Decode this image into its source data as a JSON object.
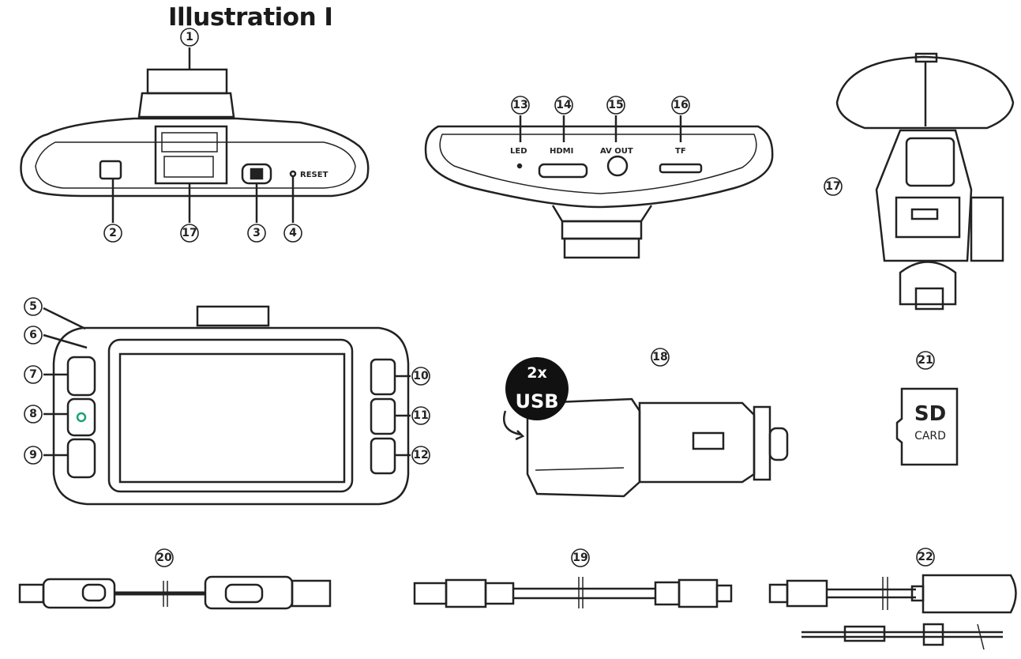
{
  "title": "Illustration I",
  "callouts": {
    "c1": "1",
    "c2": "2",
    "c3": "3",
    "c4": "4",
    "c5": "5",
    "c6": "6",
    "c7": "7",
    "c8": "8",
    "c9": "9",
    "c10": "10",
    "c11": "11",
    "c12": "12",
    "c13": "13",
    "c14": "14",
    "c15": "15",
    "c16": "16",
    "c17a": "17",
    "c17b": "17",
    "c18": "18",
    "c19": "19",
    "c20": "20",
    "c21": "21",
    "c22": "22"
  },
  "labels": {
    "reset": "RESET",
    "led": "LED",
    "hdmi": "HDMI",
    "av_out": "AV OUT",
    "tf": "TF",
    "usb_badge_top": "2x",
    "usb_badge_bottom": "USB",
    "sd_line1": "SD",
    "sd_line2": "CARD"
  },
  "icons": [
    "camera-top-view",
    "camera-bottom-view",
    "suction-mount",
    "camera-front-view",
    "car-charger",
    "sd-card",
    "usb-cable",
    "mini-usb-cable",
    "hardwire-kit"
  ]
}
